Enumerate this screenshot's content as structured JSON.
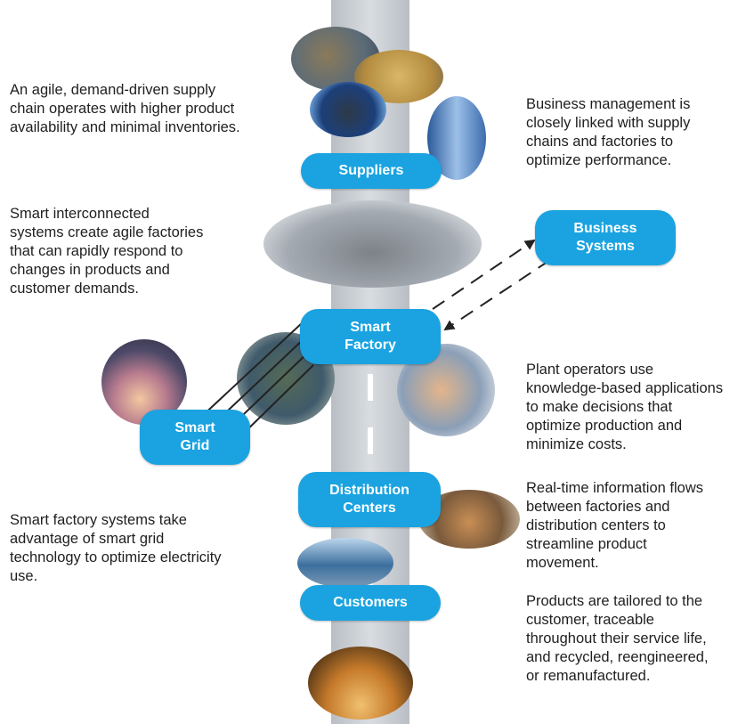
{
  "nodes": {
    "suppliers": "Suppliers",
    "business_systems": [
      "Business",
      "Systems"
    ],
    "smart_factory": [
      "Smart",
      "Factory"
    ],
    "smart_grid": [
      "Smart",
      "Grid"
    ],
    "distribution_centers": [
      "Distribution",
      "Centers"
    ],
    "customers": "Customers"
  },
  "captions": {
    "supply_chain": [
      "An agile, demand-driven supply",
      "chain operates with higher product",
      "availability and minimal inventories."
    ],
    "business_management": [
      "Business management is",
      "closely linked with supply",
      "chains and factories to",
      "optimize performance."
    ],
    "interconnected": [
      "Smart interconnected",
      "systems create agile factories",
      "that can rapidly respond to",
      "changes in products and",
      "customer demands."
    ],
    "plant_operators": [
      "Plant operators use",
      "knowledge-based applications",
      "to make decisions that",
      "optimize production and",
      "minimize costs."
    ],
    "realtime": [
      "Real-time information flows",
      "between factories and",
      "distribution centers to",
      "streamline product",
      "movement."
    ],
    "smart_grid_use": [
      "Smart factory systems take",
      "advantage of smart grid",
      "technology to optimize electricity",
      "use."
    ],
    "products": [
      "Products are tailored to the",
      "customer, traceable",
      "throughout their service life,",
      "and recycled, reengineered,",
      "or remanufactured."
    ]
  },
  "colors": {
    "node_fill": "#1aa3e0",
    "node_text": "#ffffff",
    "road": "#c9cdd2",
    "connector": "#222222"
  },
  "icons": [
    "harbor-photo",
    "field-photo",
    "control-tower-photo",
    "skyscraper-photo",
    "refinery-photo",
    "power-grid-photo",
    "dome-photo",
    "operator-photo",
    "warehouse-photo",
    "building-photo",
    "people-photo"
  ]
}
